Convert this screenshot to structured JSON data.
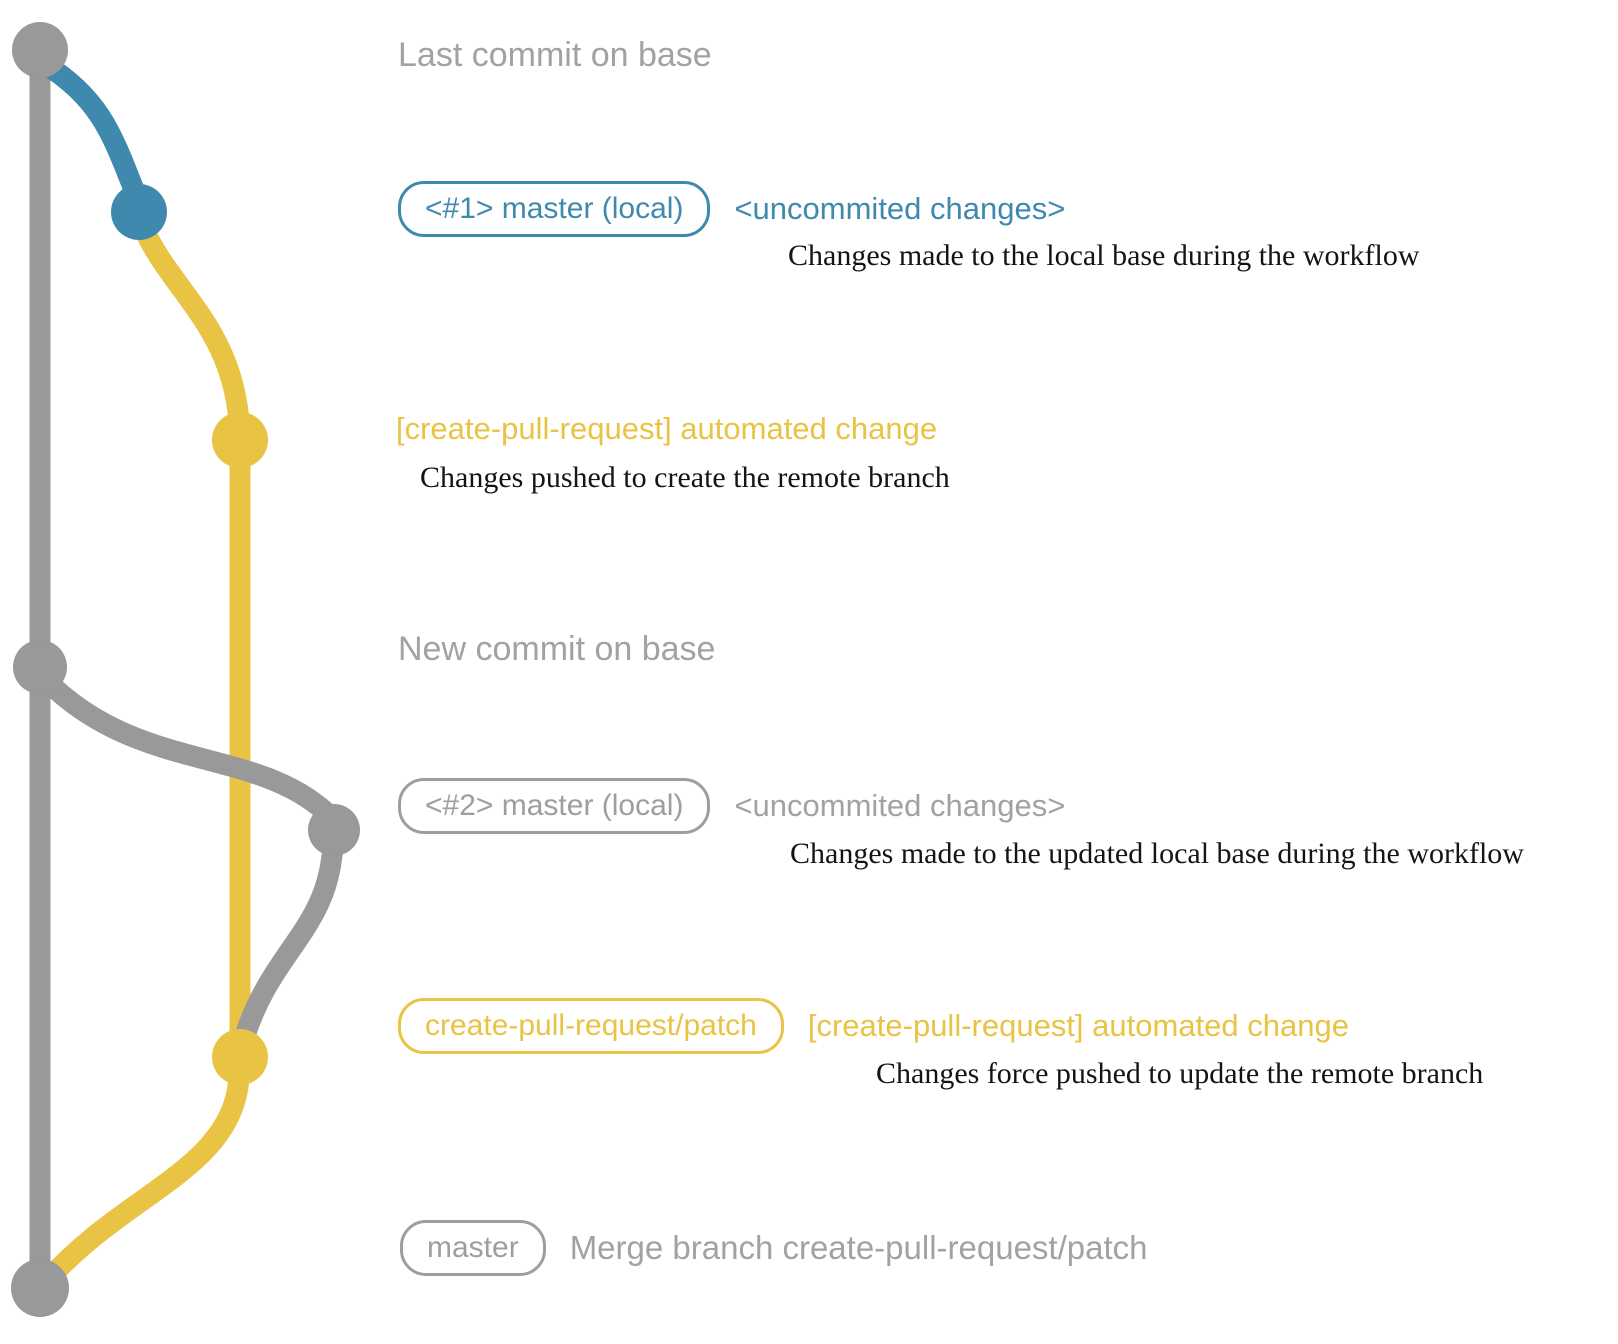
{
  "colors": {
    "base_gray": "#999999",
    "local_blue": "#3e89ad",
    "remote_yellow": "#e9c343",
    "annotation_gray": "#a2a2a2",
    "description_black": "#141414"
  },
  "graph": {
    "nodes": [
      "last-commit-on-base",
      "local-commit-1",
      "remote-branch-commit-1",
      "new-commit-on-base",
      "local-commit-2",
      "remote-branch-commit-2",
      "merge-commit"
    ]
  },
  "annotations": {
    "last_commit": "Last commit on base",
    "new_commit": "New commit on base"
  },
  "rows": [
    {
      "badge": "<#1> master (local)",
      "message": "<uncommited changes>",
      "description": "Changes made to the local base during the workflow"
    },
    {
      "badge": "",
      "message": "[create-pull-request] automated change",
      "description": "Changes pushed to create the remote branch"
    },
    {
      "badge": "<#2> master (local)",
      "message": "<uncommited changes>",
      "description": "Changes made to the updated local base during the workflow"
    },
    {
      "badge": "create-pull-request/patch",
      "message": "[create-pull-request] automated change",
      "description": "Changes force pushed to update the remote branch"
    },
    {
      "badge": "master",
      "message": "Merge branch create-pull-request/patch",
      "description": ""
    }
  ]
}
